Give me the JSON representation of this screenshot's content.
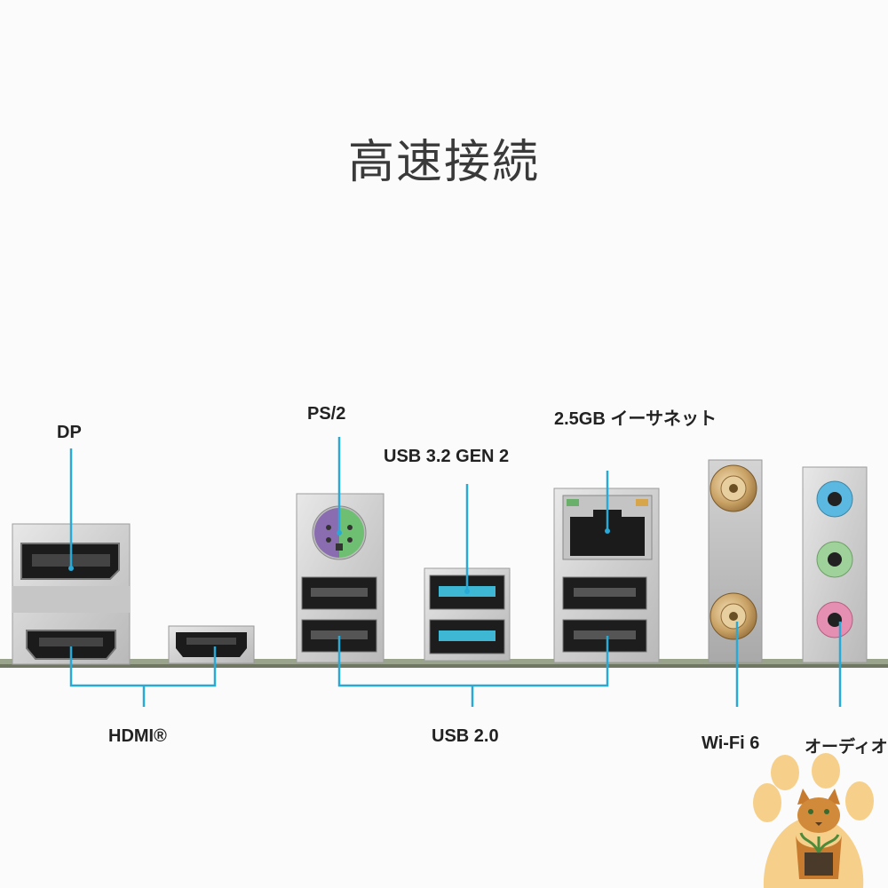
{
  "title": "高速接続",
  "labels": {
    "dp": "DP",
    "ps2": "PS/2",
    "usb32": "USB 3.2 GEN 2",
    "ethernet": "2.5GB イーサネット",
    "hdmi": "HDMI®",
    "usb20": "USB 2.0",
    "wifi": "Wi-Fi 6",
    "audio": "オーディオ"
  },
  "colors": {
    "leader_line": "#29a9d6",
    "usb3_blue": "#3db7d4",
    "ps2_purple": "#8a6db0",
    "ps2_green": "#6fbf73",
    "audio_blue": "#5bb8e0",
    "audio_green": "#9fd29a",
    "audio_pink": "#e58fb3",
    "antenna_gold": "#c9a266"
  },
  "icons": {
    "watermark": "cat-paw-logo-icon"
  }
}
